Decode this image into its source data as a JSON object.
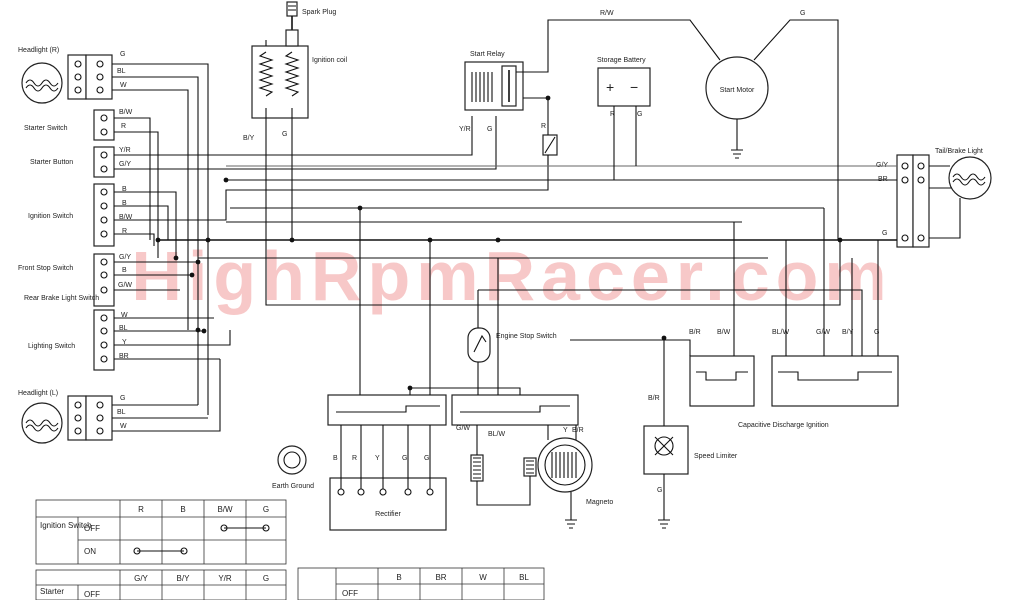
{
  "watermark": "HighRpmRacer.com",
  "components": {
    "headlight_r": "Headlight (R)",
    "starter_switch": "Starter Switch",
    "starter_button": "Starter Button",
    "ignition_switch": "Ignition Switch",
    "front_stop_switch": "Front Stop Switch",
    "rear_brake_switch": "Rear Brake Light Switch",
    "lighting_switch": "Lighting Switch",
    "headlight_l": "Headlight (L)",
    "spark_plug": "Spark Plug",
    "ignition_coil": "Ignition coil",
    "start_relay": "Start Relay",
    "storage_battery": "Storage Battery",
    "start_motor": "Start Motor",
    "tail_brake_light": "Tail/Brake Light",
    "engine_stop_switch": "Engine Stop Switch",
    "cdi": "Capacitive Discharge Ignition",
    "speed_limiter": "Speed Limiter",
    "earth_ground": "Earth Ground",
    "rectifier": "Rectifier",
    "magneto": "Magneto"
  },
  "wire_labels": {
    "headlight_r": [
      "G",
      "BL",
      "W"
    ],
    "starter_switch": [
      "B/W",
      "R"
    ],
    "starter_button": [
      "Y/R",
      "G/Y"
    ],
    "ignition_switch": [
      "B",
      "B",
      "B/W",
      "R"
    ],
    "front_stop": [
      "G/Y",
      "B"
    ],
    "rear_brake": [
      "G/W"
    ],
    "lighting_switch": [
      "W",
      "BL",
      "Y",
      "BR"
    ],
    "headlight_l": [
      "G",
      "BL",
      "W"
    ],
    "coil_left": "B/Y",
    "coil_right": "G",
    "relay_left": "Y/R",
    "relay_right": "G",
    "relay_out": "R",
    "battery_r": "R",
    "battery_g": "G",
    "motor_left": "R/W",
    "motor_right": "G",
    "tail": [
      "G/Y",
      "BR",
      "G"
    ],
    "cdi_top": [
      "B/R",
      "B/W",
      "BL/W",
      "G/W",
      "B/Y",
      "G"
    ],
    "engine_stop_left": "G/W",
    "engine_stop_right": "BL/W",
    "magneto": [
      "Y",
      "B/R"
    ],
    "limiter_top": "B/R",
    "limiter_bottom": "G",
    "rectifier": [
      "B",
      "R",
      "Y",
      "G",
      "G"
    ]
  },
  "battery_terminals": {
    "pos": "+",
    "neg": "−"
  },
  "ignition_table": {
    "row_header": "Ignition Switch",
    "columns": [
      "R",
      "B",
      "B/W",
      "G"
    ],
    "rows": [
      "OFF",
      "ON"
    ]
  },
  "starter_table": {
    "row_header": "Starter",
    "columns": [
      "G/Y",
      "B/Y",
      "Y/R",
      "G"
    ],
    "rows": [
      "OFF"
    ]
  },
  "lighting_table": {
    "columns": [
      "B",
      "BR",
      "W",
      "BL"
    ],
    "rows": [
      "OFF"
    ]
  }
}
